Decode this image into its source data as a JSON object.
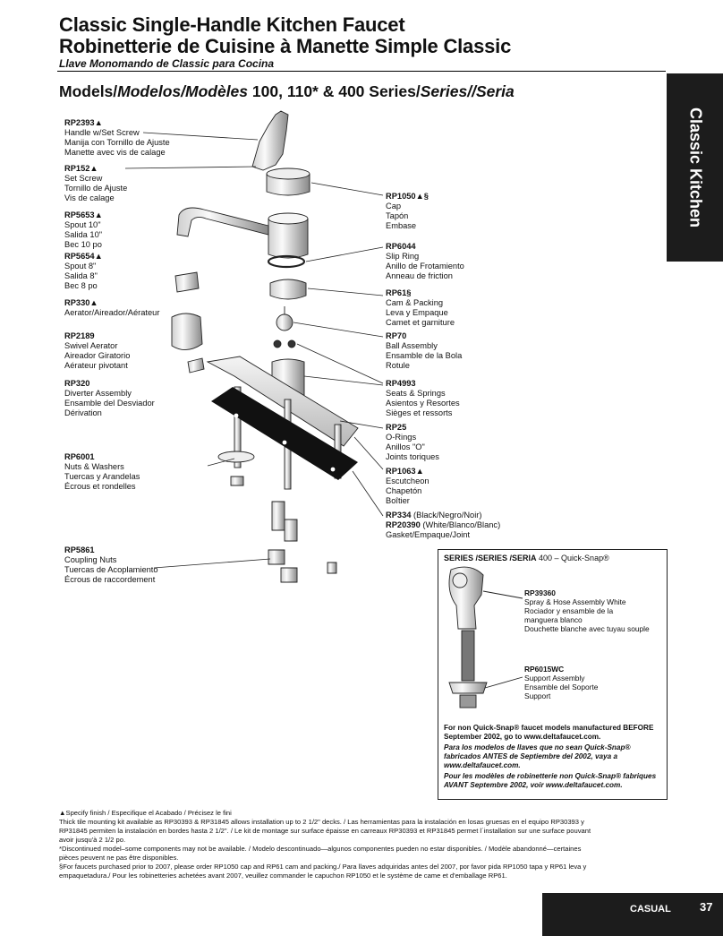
{
  "header": {
    "title_en": "Classic Single-Handle Kitchen Faucet",
    "title_fr": "Robinetterie de Cuisine à Manette Simple Classic",
    "subtitle_es": "Llave Monomando de Classic para Cocina",
    "models_label_en": "Models/",
    "models_label_es": "Modelos/",
    "models_label_fr": "Modèles",
    "models_series": " 100, 110* & 400 Series/",
    "models_series_es": "Series/",
    "models_series_fr": "Seria"
  },
  "side_tab": {
    "label": "Classic Kitchen"
  },
  "parts_left": [
    {
      "code": "RP2393▲",
      "lines": [
        "Handle w/Set Screw",
        "Manija con Tornillo de Ajuste",
        "Manette avec vis de calage"
      ]
    },
    {
      "code": "RP152▲",
      "lines": [
        "Set Screw",
        "Tornillo de Ajuste",
        "Vis de calage"
      ]
    },
    {
      "code": "RP5653▲",
      "lines": [
        "Spout 10\"",
        "Salida 10\"",
        "Bec 10 po"
      ]
    },
    {
      "code": "RP5654▲",
      "lines": [
        "Spout 8\"",
        "Salida 8\"",
        "Bec 8 po"
      ]
    },
    {
      "code": "RP330▲",
      "lines": [
        "Aerator/Aireador/Aérateur"
      ]
    },
    {
      "code": "RP2189",
      "lines": [
        "Swivel Aerator",
        "Aireador Giratorio",
        "Aérateur pivotant"
      ]
    },
    {
      "code": "RP320",
      "lines": [
        "Diverter Assembly",
        "Ensamble del Desviador",
        "Dérivation"
      ]
    },
    {
      "code": "RP6001",
      "lines": [
        "Nuts & Washers",
        "Tuercas y Arandelas",
        "Écrous et rondelles"
      ]
    },
    {
      "code": "RP5861",
      "lines": [
        "Coupling Nuts",
        "Tuercas de Acoplamiento",
        "Écrous de raccordement"
      ]
    }
  ],
  "parts_right": [
    {
      "code": "RP1050▲§",
      "lines": [
        "Cap",
        "Tapón",
        "Embase"
      ]
    },
    {
      "code": "RP6044",
      "lines": [
        "Slip Ring",
        "Anillo de Frotamiento",
        "Anneau de friction"
      ]
    },
    {
      "code": "RP61§",
      "lines": [
        "Cam & Packing",
        "Leva y Empaque",
        "Camet et garniture"
      ]
    },
    {
      "code": "RP70",
      "lines": [
        "Ball Assembly",
        "Ensamble de la Bola",
        "Rotule"
      ]
    },
    {
      "code": "RP4993",
      "lines": [
        "Seats & Springs",
        "Asientos y Resortes",
        "Sièges et ressorts"
      ]
    },
    {
      "code": "RP25",
      "lines": [
        "O-Rings",
        "Anillos \"O\"",
        "Joints toriques"
      ]
    },
    {
      "code": "RP1063▲",
      "lines": [
        "Escutcheon",
        "Chapetón",
        "Boîtier"
      ]
    }
  ],
  "gasket": {
    "code1": "RP334",
    "desc1": " (Black/Negro/Noir)",
    "code2": "RP20390",
    "desc2": " (White/Blanco/Blanc)",
    "line3": "Gasket/Empaque/Joint"
  },
  "quick_snap": {
    "title_bold": "SERIES /SERIES /SERIA",
    "title_rest": " 400 – Quick-Snap®",
    "spray": {
      "code": "RP39360",
      "lines": [
        "Spray & Hose Assembly White",
        "Rociador y ensamble de la",
        "manguera blanco",
        "Douchette blanche avec tuyau souple"
      ]
    },
    "support": {
      "code": "RP6015WC",
      "lines": [
        "Support Assembly",
        "Ensamble del Soporte",
        "Support"
      ]
    },
    "note_en": "For non Quick-Snap® faucet models manufactured BEFORE September 2002, go to www.deltafaucet.com.",
    "note_es": "Para los modelos de llaves que no sean Quick-Snap® fabricados ANTES de Septiembre del 2002, vaya a www.deltafaucet.com.",
    "note_fr": "Pour les modèles de robinetterie non Quick-Snap® fabriques AVANT Septembre 2002, voir www.deltafaucet.com."
  },
  "footnotes": [
    "▲Specify finish / Especifique el Acabado / Précisez le fini",
    "Thick tile mounting kit available as RP30393 & RP31845 allows installation up to 2 1/2\" decks. / Las herramientas para la instalación en losas gruesas en el equipo RP30393 y RP31845 permiten la instalación en bordes hasta 2 1/2\". / Le kit de montage sur surface épaisse en carreaux RP30393 et RP31845 permet l´installation sur une surface pouvant avoir jusqu'à 2 1/2 po.",
    "*Discontinued model–some components may not be available. / Modelo descontinuado—algunos componentes pueden no estar disponibles. / Modèle abandonné—certaines pièces peuvent ne pas être disponibles.",
    "§For faucets purchased prior to 2007, please order RP1050 cap and RP61 cam and packing./ Para llaves adquiridas antes del 2007, por favor pida RP1050 tapa y RP61 leva y empaquetadura./ Pour les robinetteries achetées avant 2007, veuillez commander le capuchon RP1050 et le système de came et d'emballage RP61."
  ],
  "footer": {
    "section": "CASUAL",
    "page": "37"
  }
}
